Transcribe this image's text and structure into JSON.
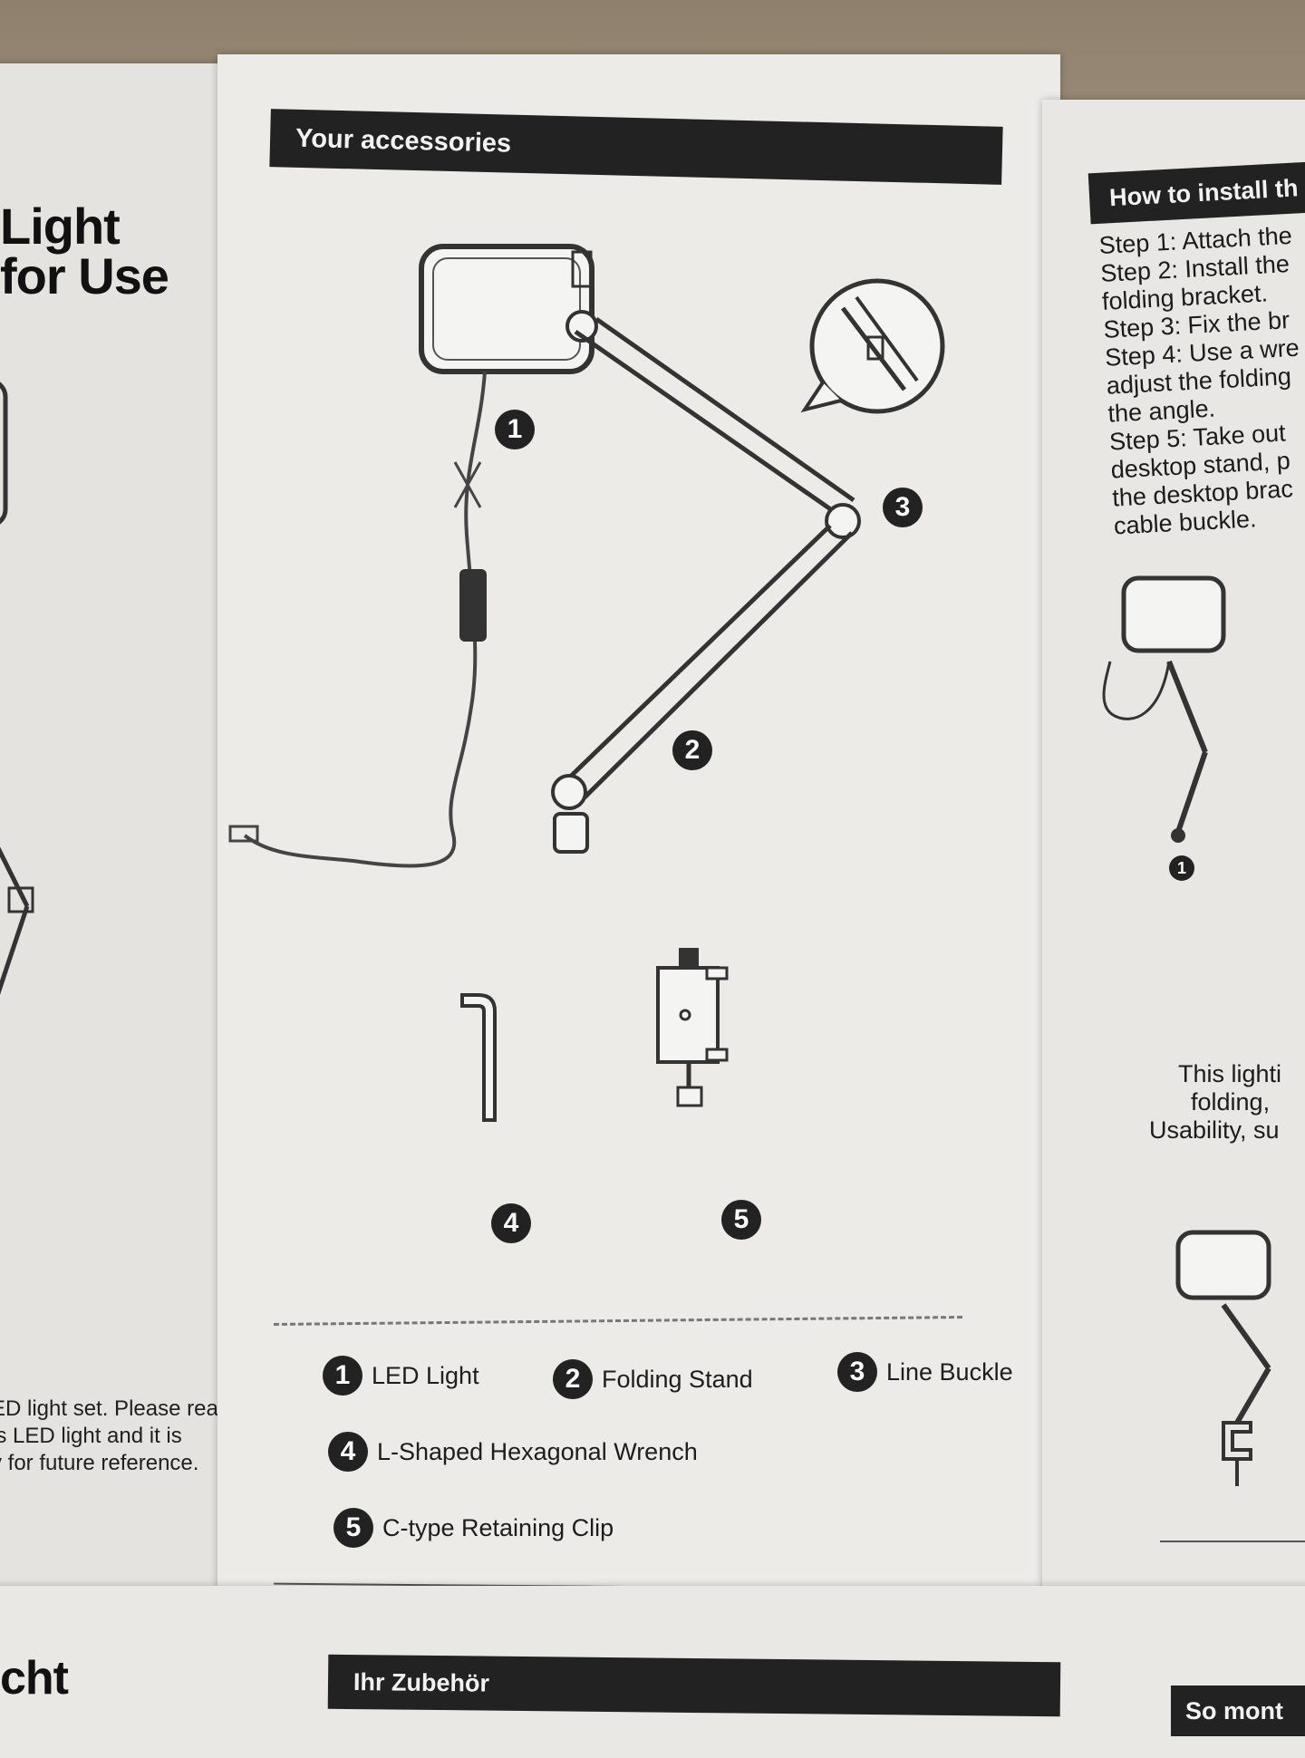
{
  "left_panel": {
    "title_line1": "Light",
    "title_line2": "for Use",
    "intro_lines": [
      "ED light set. Please read",
      "is LED light and it is",
      "y for future reference."
    ]
  },
  "center_panel": {
    "header": "Your accessories",
    "legend": [
      {
        "num": "1",
        "label": "LED Light"
      },
      {
        "num": "2",
        "label": "Folding Stand"
      },
      {
        "num": "3",
        "label": "Line Buckle"
      },
      {
        "num": "4",
        "label": "L-Shaped Hexagonal Wrench"
      },
      {
        "num": "5",
        "label": "C-type Retaining Clip"
      }
    ],
    "callouts": [
      "1",
      "2",
      "3",
      "4",
      "5"
    ]
  },
  "right_panel": {
    "header": "How to install th",
    "steps": [
      "Step 1: Attach the",
      "Step 2: Install the",
      "folding bracket.",
      "Step 3: Fix the br",
      "Step 4: Use a wre",
      "adjust the folding",
      "the angle.",
      "Step 5: Take out",
      "desktop stand, p",
      "the desktop brac",
      "cable buckle."
    ],
    "figure_num": "1",
    "note_lines": [
      "This lighti",
      "folding, ",
      "Usability, su"
    ]
  },
  "bottom_strip": {
    "left_word": "cht",
    "center_header": "Ihr Zubehör",
    "right_header": "So mont"
  }
}
